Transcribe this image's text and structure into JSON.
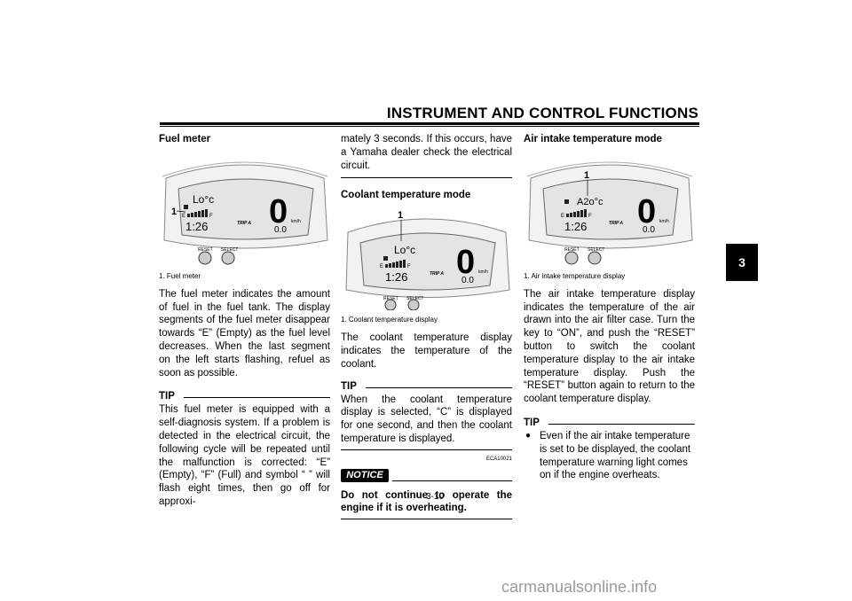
{
  "header": {
    "title": "INSTRUMENT AND CONTROL FUNCTIONS",
    "tab": "3"
  },
  "page_number": "3-10",
  "left": {
    "heading": "Fuel meter",
    "figure": {
      "callout": "1",
      "display": {
        "top": "Lo°c",
        "clock": "1:26",
        "trip": "TRIP A",
        "speed": "0",
        "unit": "km/h",
        "odo": "0.0",
        "e": "E",
        "f": "F"
      },
      "buttons": [
        "RESET",
        "SELECT"
      ]
    },
    "caption": "1. Fuel meter",
    "body": "The fuel meter indicates the amount of fuel in the fuel tank. The display segments of the fuel meter disappear towards “E” (Empty) as the fuel level decreases. When the last segment on the left starts flashing, refuel as soon as possible.",
    "tip_label": "TIP",
    "tip_text": "This fuel meter is equipped with a self-diagnosis system. If a problem is detected in the electrical circuit, the following cycle will be repeated until the malfunction is corrected: “E” (Empty), “F” (Full) and symbol “ ” will flash eight times, then go off for approxi-"
  },
  "middle": {
    "continued": "mately 3 seconds. If this occurs, have a Yamaha dealer check the electrical circuit.",
    "heading": "Coolant temperature mode",
    "figure": {
      "callout": "1",
      "display": {
        "top": "Lo°c",
        "clock": "1:26",
        "trip": "TRIP A",
        "speed": "0",
        "unit": "km/h",
        "odo": "0.0",
        "e": "E",
        "f": "F"
      },
      "buttons": [
        "RESET",
        "SELECT"
      ]
    },
    "caption": "1. Coolant temperature display",
    "body": "The coolant temperature display indicates the temperature of the coolant.",
    "tip_label": "TIP",
    "tip_text": "When the coolant temperature display is selected, “C” is displayed for one second, and then the coolant temperature is displayed.",
    "notice_code": "ECA10021",
    "notice_label": "NOTICE",
    "notice_text": "Do not continue to operate the engine if it is overheating."
  },
  "right": {
    "heading": "Air intake temperature mode",
    "figure": {
      "callout": "1",
      "display": {
        "top": "A2o°c",
        "clock": "1:26",
        "trip": "TRIP A",
        "speed": "0",
        "unit": "km/h",
        "odo": "0.0",
        "e": "E",
        "f": "F"
      },
      "buttons": [
        "RESET",
        "SELECT"
      ]
    },
    "caption": "1. Air intake temperature display",
    "body": "The air intake temperature display indicates the temperature of the air drawn into the air filter case. Turn the key to “ON”, and push the “RESET” button to switch the coolant temperature display to the air intake temperature display. Push the “RESET” button again to return to the coolant temperature display.",
    "tip_label": "TIP",
    "tip_bullet": "●",
    "tip_text": "Even if the air intake temperature is set to be displayed, the coolant temperature warning light comes on if the engine overheats."
  },
  "watermark": "carmanualsonline.info"
}
